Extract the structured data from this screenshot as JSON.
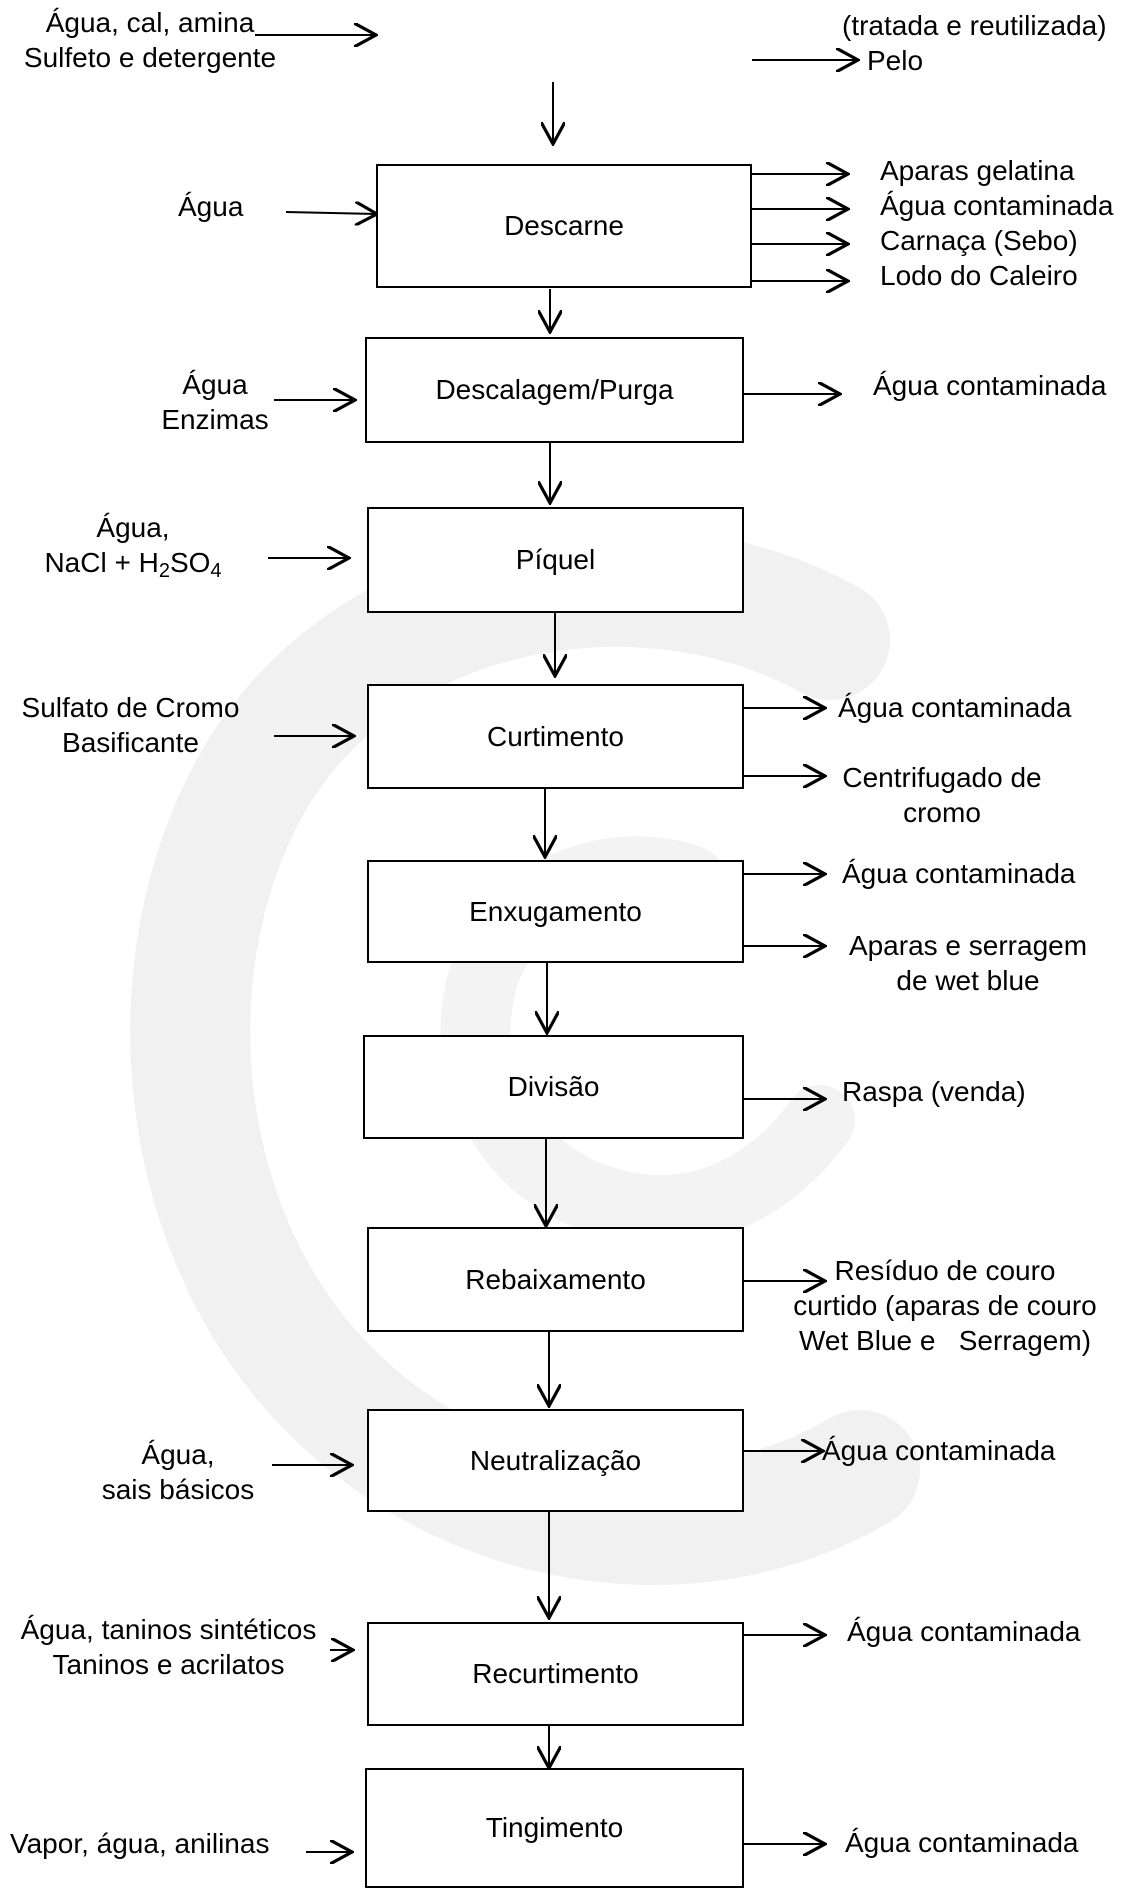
{
  "diagram": {
    "top_inputs": {
      "line1": "Água, cal, amina",
      "line2": "Sulfeto e detergente"
    },
    "top_outputs": {
      "line1": "(tratada e reutilizada)",
      "line2": "Pelo"
    },
    "steps": [
      {
        "id": "descarne",
        "label": "Descarne",
        "inputs": [
          "Água"
        ],
        "outputs": [
          "Aparas gelatina",
          "Água contaminada",
          "Carnaça (Sebo)",
          "Lodo do Caleiro"
        ]
      },
      {
        "id": "descalagem",
        "label": "Descalagem/Purga",
        "inputs": [
          "Água",
          "Enzimas"
        ],
        "outputs": [
          "Água contaminada"
        ]
      },
      {
        "id": "piquel",
        "label": "Píquel",
        "inputs": [
          "Água,",
          "NaCl + H",
          "2",
          "SO",
          "4"
        ],
        "outputs": []
      },
      {
        "id": "curtimento",
        "label": "Curtimento",
        "inputs": [
          "Sulfato de Cromo",
          "Basificante"
        ],
        "outputs": [
          "Água contaminada",
          "Centrifugado de",
          "cromo"
        ]
      },
      {
        "id": "enxugamento",
        "label": "Enxugamento",
        "inputs": [],
        "outputs": [
          "Água contaminada",
          "Aparas e serragem",
          "de wet blue"
        ]
      },
      {
        "id": "divisao",
        "label": "Divisão",
        "inputs": [],
        "outputs": [
          "Raspa (venda)"
        ]
      },
      {
        "id": "rebaixamento",
        "label": "Rebaixamento",
        "inputs": [],
        "outputs": [
          "Resíduo de couro",
          "curtido (aparas de couro",
          "Wet Blue e   Serragem)"
        ]
      },
      {
        "id": "neutralizacao",
        "label": "Neutralização",
        "inputs": [
          "Água,",
          "sais básicos"
        ],
        "outputs": [
          "Água contaminada"
        ]
      },
      {
        "id": "recurtimento",
        "label": "Recurtimento",
        "inputs": [
          "Água, taninos sintéticos",
          "Taninos e acrilatos"
        ],
        "outputs": [
          "Água contaminada"
        ]
      },
      {
        "id": "tingimento",
        "label": "Tingimento",
        "inputs": [
          "Vapor, água, anilinas"
        ],
        "outputs": [
          "Água contaminada"
        ]
      }
    ]
  },
  "colors": {
    "line": "#000000",
    "watermark": "#f2f2f2"
  },
  "icons": {
    "arrow": "arrow-right-icon",
    "arrow_down": "arrow-down-icon"
  }
}
